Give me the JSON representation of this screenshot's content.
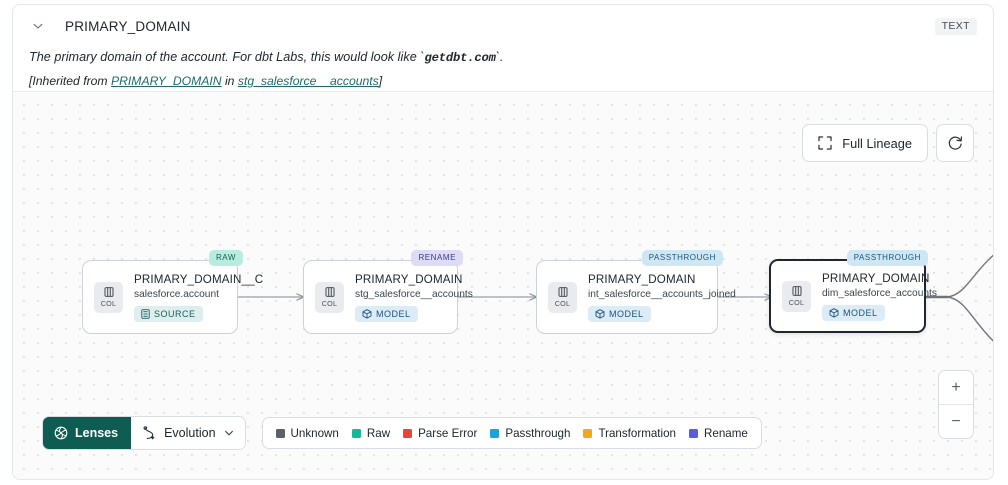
{
  "header": {
    "collapse_icon": "chevron-down-icon",
    "title": "PRIMARY_DOMAIN",
    "type_badge": "TEXT",
    "description_prefix": "The primary domain of the account. For dbt Labs, this would look like `",
    "description_code": "getdbt.com",
    "description_suffix": "`.",
    "inherited_prefix": "[Inherited from ",
    "inherited_link": "PRIMARY_DOMAIN",
    "inherited_mid": " in ",
    "inherited_source": "stg_salesforce__accounts",
    "inherited_suffix": "]"
  },
  "controls": {
    "full_lineage_label": "Full Lineage",
    "full_lineage_icon": "expand-icon",
    "refresh_icon": "refresh-icon",
    "zoom_in_label": "+",
    "zoom_out_label": "−"
  },
  "graph": {
    "nodes": [
      {
        "badge": "RAW",
        "badge_style": "b-raw",
        "chip_label": "COL",
        "title": "PRIMARY_DOMAIN__C",
        "subtitle": "salesforce.account",
        "pill_label": "SOURCE",
        "pill_style": "pill-source",
        "pill_icon": "database-icon",
        "selected": false
      },
      {
        "badge": "RENAME",
        "badge_style": "b-rename",
        "chip_label": "COL",
        "title": "PRIMARY_DOMAIN",
        "subtitle": "stg_salesforce__accounts",
        "pill_label": "MODEL",
        "pill_style": "pill-model",
        "pill_icon": "cube-icon",
        "selected": false
      },
      {
        "badge": "PASSTHROUGH",
        "badge_style": "b-pass",
        "chip_label": "COL",
        "title": "PRIMARY_DOMAIN",
        "subtitle": "int_salesforce__accounts_joined",
        "pill_label": "MODEL",
        "pill_style": "pill-model",
        "pill_icon": "cube-icon",
        "selected": false
      },
      {
        "badge": "PASSTHROUGH",
        "badge_style": "b-pass",
        "chip_label": "COL",
        "title": "PRIMARY_DOMAIN",
        "subtitle": "dim_salesforce_accounts",
        "pill_label": "MODEL",
        "pill_style": "pill-model",
        "pill_icon": "cube-icon",
        "selected": true
      }
    ]
  },
  "toolbar": {
    "lenses_label": "Lenses",
    "lenses_icon": "aperture-icon",
    "evolution_label": "Evolution",
    "evolution_icon": "evolution-icon",
    "evolution_caret_icon": "chevron-down-icon"
  },
  "legend": {
    "items": [
      {
        "label": "Unknown",
        "color": "#5b6169"
      },
      {
        "label": "Raw",
        "color": "#17b897"
      },
      {
        "label": "Parse Error",
        "color": "#e8443a"
      },
      {
        "label": "Passthrough",
        "color": "#1aa3d8"
      },
      {
        "label": "Transformation",
        "color": "#f0a81e"
      },
      {
        "label": "Rename",
        "color": "#5b5be0"
      }
    ]
  }
}
